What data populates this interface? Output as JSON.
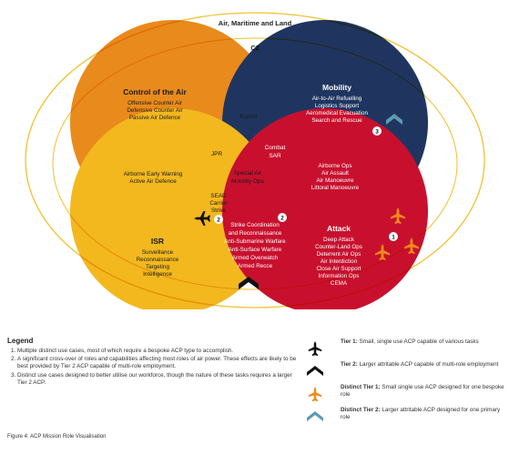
{
  "outer_title": "Air, Maritime and Land",
  "c2_label": "C2",
  "regions": {
    "control_of_air": {
      "title": "Control of the Air",
      "items": [
        "Offensive Counter Air",
        "Defensive Counter Air",
        "Passive Air Defence"
      ]
    },
    "mobility": {
      "title": "Mobility",
      "items": [
        "Air-to-Air Refuelling",
        "Logistics Support",
        "Aeromedical Evacuation",
        "Search and Rescue"
      ]
    },
    "isr": {
      "title": "ISR",
      "items": [
        "Surveillance",
        "Reconnaissance",
        "Targeting",
        "Intelligence"
      ]
    },
    "attack": {
      "title": "Attack",
      "items": [
        "Deep Attack",
        "Counter-Land Ops",
        "Deterrent Air Ops",
        "Air Interdiction",
        "Close Air Support",
        "Information Ops",
        "CEMA"
      ]
    },
    "escort": "Escort",
    "jpr": "JPR",
    "combat_sar": [
      "Combat",
      "SAR"
    ],
    "aew": [
      "Airborne Early Warning",
      "Active Air Defence"
    ],
    "special_ops": [
      "Special Air",
      "Mobility Ops"
    ],
    "airborne_ops": [
      "Airborne Ops",
      "Air Assault",
      "Air Manoeuvre",
      "Littoral Manoeuvre"
    ],
    "sead": [
      "SEAD",
      "Carrier",
      "Strike"
    ],
    "strike_coordination": [
      "Strike Coordination",
      "and Reconnaissance",
      "Anti-Submarine Warfare",
      "Anti-Surface Warfare",
      "Armed Overwatch",
      "Armed Recce"
    ]
  },
  "markers": [
    "1",
    "2",
    "2",
    "3"
  ],
  "legend": {
    "title": "Legend",
    "items": [
      "Multiple distinct use cases, most of which require a bespoke ACP type to accomplish.",
      "A significant cross-over of roles and capabilities affecting most roles of air power. These effects are likely to be best provided by Tier 2 ACP capable of multi-role employment.",
      "Distinct use cases designed to better utilise our workforce, though the nature of these tasks requires a larger Tier 2 ACP."
    ]
  },
  "tiers": [
    {
      "name": "Tier 1:",
      "desc": "Small, single use ACP capable of various tasks",
      "icon": "black-aircraft-icon"
    },
    {
      "name": "Tier 2:",
      "desc": "Larger attritable ACP capable of multi-role employment",
      "icon": "black-chevron-icon"
    },
    {
      "name": "Distinct Tier 1:",
      "desc": "Small single use ACP designed for one bespoke role",
      "icon": "orange-aircraft-icon"
    },
    {
      "name": "Distinct Tier 2:",
      "desc": "Larger attritable ACP designed for one primary role",
      "icon": "teal-chevron-icon"
    }
  ],
  "caption": "Figure 4: ACP Mission Role Visualisation",
  "colors": {
    "control_of_air": "#e98a1c",
    "mobility": "#1f3560",
    "isr": "#f2b81e",
    "attack": "#c8102e",
    "outer_ring": "#f2c12e",
    "distinct_tier1": "#f08a1a",
    "distinct_tier2": "#5b9bb0"
  }
}
